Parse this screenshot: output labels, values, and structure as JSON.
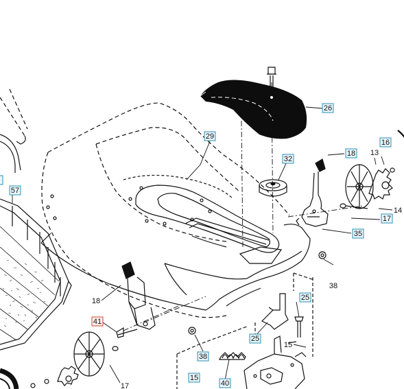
{
  "diagram": {
    "callouts": {
      "c26": "26",
      "c29": "29",
      "c32": "32",
      "c18a": "18",
      "c13": "13",
      "c16": "16",
      "c14": "14",
      "c17a": "17",
      "c35": "35",
      "c38a": "38",
      "c57": "57",
      "c41": "41",
      "c18b": "18",
      "c25a": "25",
      "c25b": "25",
      "c15a": "15",
      "c38b": "38",
      "c17b": "17",
      "c15b": "15",
      "c40": "40"
    },
    "colors": {
      "callout_border": "#2a8fb5",
      "callout_fill": "#eaf6fb",
      "callout_alt_border": "#d0452a",
      "line": "#111111"
    }
  }
}
